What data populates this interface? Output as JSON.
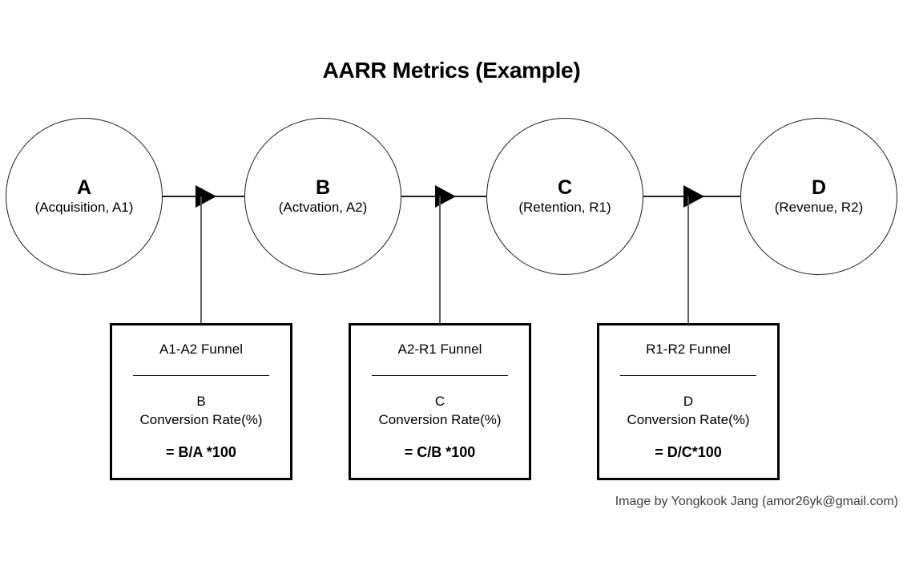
{
  "diagram": {
    "title": "AARR Metrics (Example)",
    "background_color": "#ffffff",
    "stroke_color": "#1a1a1a",
    "text_color": "#000000",
    "credit": "Image by Yongkook Jang (amor26yk@gmail.com)",
    "credit_color": "#3c3c3c",
    "nodes": [
      {
        "letter": "A",
        "label": "(Acquisition, A1)"
      },
      {
        "letter": "B",
        "label": "(Actvation, A2)"
      },
      {
        "letter": "C",
        "label": "(Retention, R1)"
      },
      {
        "letter": "D",
        "label": "(Revenue, R2)"
      }
    ],
    "connectors": [
      {
        "from": "A",
        "to": "B",
        "arrow": "right-triangle"
      },
      {
        "from": "B",
        "to": "C",
        "arrow": "right-triangle"
      },
      {
        "from": "C",
        "to": "D",
        "arrow": "right-triangle"
      }
    ],
    "funnels": [
      {
        "title": "A1-A2 Funnel",
        "metric_line1": "B",
        "metric_line2": "Conversion Rate(%)",
        "formula": "= B/A *100"
      },
      {
        "title": "A2-R1 Funnel",
        "metric_line1": "C",
        "metric_line2": "Conversion Rate(%)",
        "formula": "= C/B *100"
      },
      {
        "title": "R1-R2 Funnel",
        "metric_line1": "D",
        "metric_line2": "Conversion Rate(%)",
        "formula": "= D/C*100"
      }
    ]
  }
}
